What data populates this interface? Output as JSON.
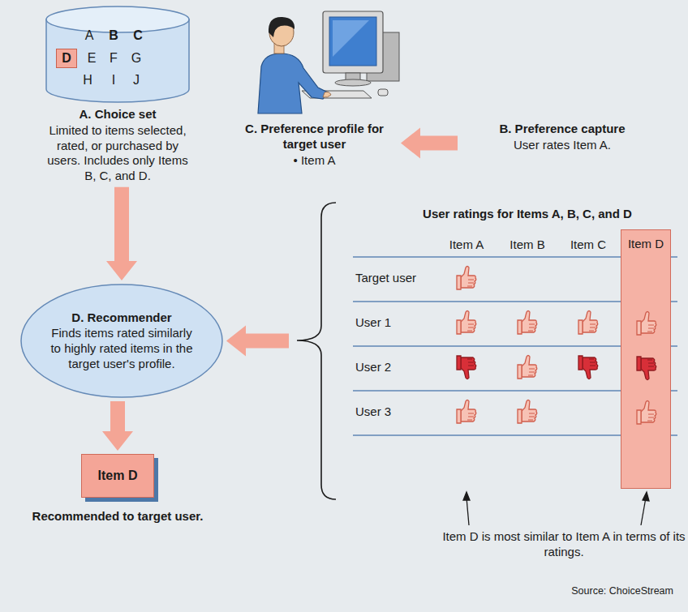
{
  "diagram": {
    "nodes": [
      {
        "text": [
          "A",
          "B",
          "C",
          "E",
          "F",
          "G",
          "H",
          "I",
          "J",
          "A. Choice set",
          "Limited to items selected, rated, or purchased by users. Includes only Items B, C, and D."
        ]
      },
      {
        "text": [
          "D"
        ],
        "in": 0
      },
      {
        "text": [
          "C. Preference profile for target user",
          "• Item A"
        ]
      },
      {
        "text": [
          "B. Preference capture",
          "User rates Item A."
        ]
      },
      {
        "text": [
          "D. Recommender",
          "Finds items rated similarly to highly rated items in the target user's profile."
        ]
      },
      {
        "text": [
          "User ratings for Items A, B, C, and D",
          "Item A",
          "Item B",
          "Item C",
          "Target user",
          "User 1",
          "User 2",
          "User 3"
        ]
      },
      {
        "text": [
          "Item D"
        ],
        "in": 5
      },
      {
        "text": [
          "Item D",
          "Recommended to target user."
        ]
      }
    ],
    "edges": [
      {
        "from": 0,
        "to": 4,
        "arrow": "to"
      },
      {
        "from": 3,
        "to": 2,
        "arrow": "to"
      },
      {
        "from": 5,
        "to": 4,
        "arrow": "to"
      },
      {
        "from": 4,
        "to": 7,
        "arrow": "to"
      }
    ],
    "labels": [
      "Item D is most similar to Item A in terms of its ratings.",
      "Source: ChoiceStream"
    ]
  }
}
